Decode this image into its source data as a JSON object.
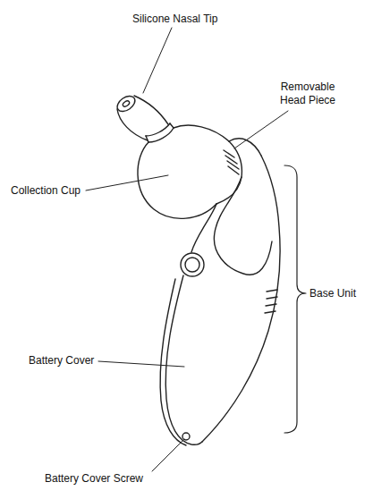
{
  "diagram": {
    "labels": [
      "Silicone Nasal Tip",
      "Removable Head Piece",
      "Collection Cup",
      "Base Unit",
      "Battery Cover",
      "Battery Cover Screw"
    ]
  }
}
